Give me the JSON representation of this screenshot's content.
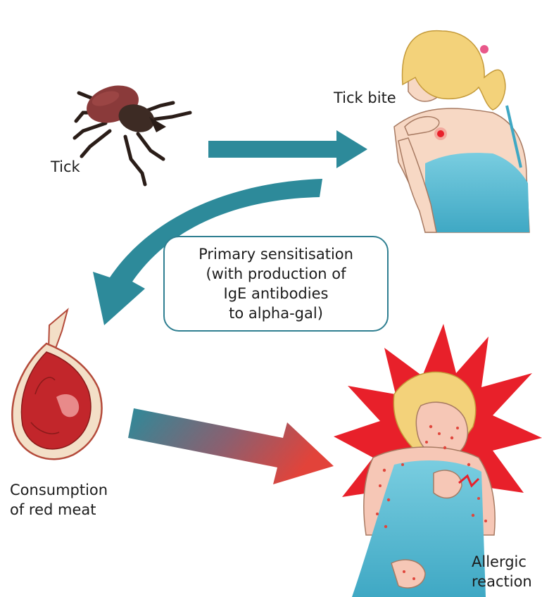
{
  "labels": {
    "tick": "Tick",
    "tick_bite": "Tick bite",
    "consumption": [
      "Consumption",
      "of red meat"
    ],
    "allergic": [
      "Allergic",
      "reaction"
    ]
  },
  "callout": {
    "lines": [
      "Primary sensitisation",
      "(with production of",
      "IgE antibodies",
      "to alpha-gal)"
    ]
  },
  "colors": {
    "arrow_teal": "#2d8a9a",
    "arrow_red": "#e2433a",
    "burst_red": "#e8202a",
    "dress_blue": "#5fbfd6",
    "hair_blonde": "#f3d27a",
    "skin": "#f7d8c4",
    "tick_body": "#3d2b24",
    "tick_abdomen": "#8a3a3a",
    "meat_red": "#c2262b",
    "callout_border": "#2f7f91"
  }
}
